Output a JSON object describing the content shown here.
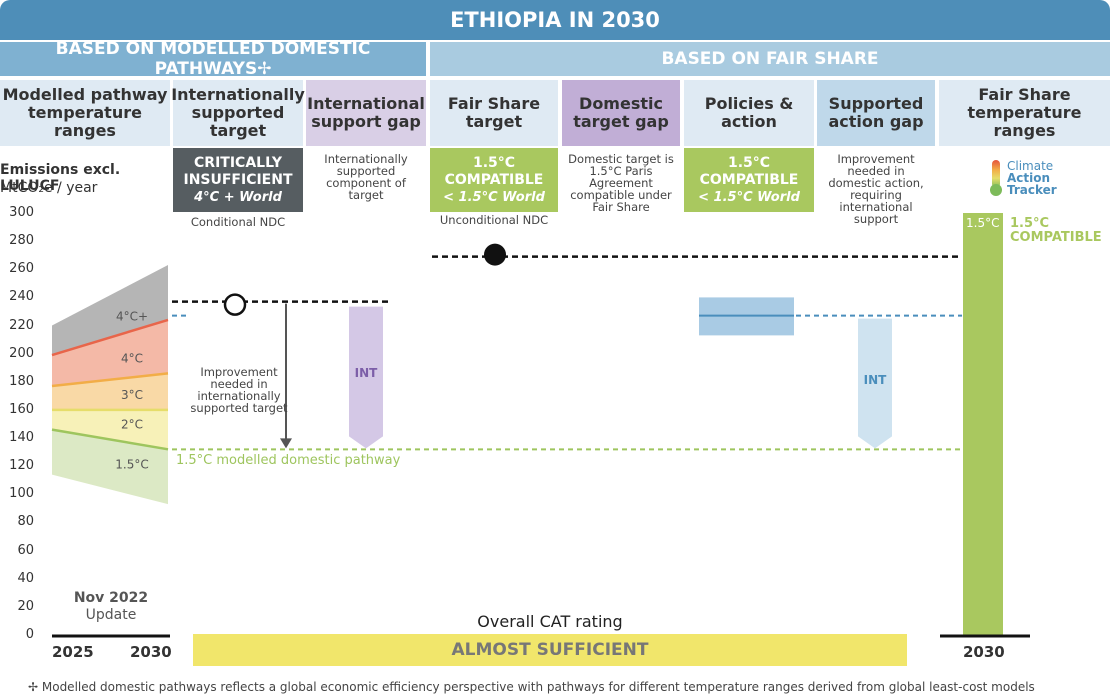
{
  "header": {
    "title": "ETHIOPIA IN 2030",
    "section_left": "BASED ON MODELLED DOMESTIC PATHWAYS✢",
    "section_right": "BASED ON FAIR SHARE"
  },
  "columns": {
    "modelled": "Modelled pathway temperature ranges",
    "int_target": "Internationally supported target",
    "int_gap": "International support gap",
    "fs_target": "Fair Share target",
    "dom_gap": "Domestic target gap",
    "policies": "Policies & action",
    "sup_gap": "Supported action gap",
    "fs_ranges": "Fair Share temperature ranges"
  },
  "badges": {
    "int_target": {
      "line1": "CRITICALLY",
      "line2": "INSUFFICIENT",
      "line3": "4°C + World",
      "color": "#565d61"
    },
    "fs_target": {
      "line1": "1.5°C",
      "line2": "COMPATIBLE",
      "line3": "< 1.5°C World",
      "color": "#a9c85f"
    },
    "policies": {
      "line1": "1.5°C",
      "line2": "COMPATIBLE",
      "line3": "< 1.5°C World",
      "color": "#a9c85f"
    }
  },
  "notes": {
    "int_gap": "Internationally supported component of target",
    "dom_gap": "Domestic target is 1.5°C Paris Agreement compatible under Fair Share",
    "sup_gap": "Improvement needed in domestic action, requiring international support",
    "conditional": "Conditional NDC",
    "unconditional": "Unconditional NDC",
    "improvement": "Improvement needed in internationally supported target",
    "pathway": "1.5°C modelled domestic pathway",
    "int_label": "INT",
    "update_line1": "Nov 2022",
    "update_line2": "Update",
    "rating_label": "Overall CAT rating",
    "rating_value": "ALMOST SUFFICIENT",
    "fs_bar_label": "1.5°C",
    "fs_side_line1": "1.5°C",
    "fs_side_line2": "COMPATIBLE",
    "footnote": "✢  Modelled domestic pathways reflects a global economic efficiency perspective with pathways for different temperature ranges derived from global least-cost models"
  },
  "logo": {
    "line1": "Climate",
    "line2": "Action",
    "line3": "Tracker"
  },
  "axis": {
    "ylabel_line1": "Emissions excl. LULUCF",
    "ylabel_line2": "MtCO₂e / year",
    "x_start": "2025",
    "x_end": "2030",
    "x_fs": "2030"
  },
  "colors": {
    "band_4plus": "#b5b5b5",
    "band_4": "#f4b9a7",
    "band_3": "#f9d9a6",
    "band_2": "#f7f1b8",
    "band_15": "#dce9c5",
    "line_4": "#e8654a",
    "line_3": "#f2ad47",
    "line_2": "#e6dd6a",
    "line_15": "#9ec55e",
    "rating_bg": "#f1e66b",
    "dashed_blue": "#4a8ebc"
  },
  "chart_data": {
    "type": "area",
    "title": "ETHIOPIA IN 2030",
    "ylabel": "Emissions excl. LULUCF MtCO₂e / year",
    "ylim": [
      0,
      300
    ],
    "yticks": [
      0,
      20,
      40,
      60,
      80,
      100,
      120,
      140,
      160,
      180,
      200,
      220,
      240,
      260,
      280,
      300
    ],
    "x": [
      "2025",
      "2030"
    ],
    "bands": [
      {
        "name": "4°C+",
        "lower": [
          199,
          224
        ],
        "upper": [
          220,
          263
        ]
      },
      {
        "name": "4°C",
        "lower": [
          177,
          186
        ],
        "upper": [
          199,
          224
        ]
      },
      {
        "name": "3°C",
        "lower": [
          160,
          160
        ],
        "upper": [
          177,
          186
        ]
      },
      {
        "name": "2°C",
        "lower": [
          146,
          132
        ],
        "upper": [
          160,
          160
        ]
      },
      {
        "name": "1.5°C",
        "lower": [
          114,
          93
        ],
        "upper": [
          146,
          132
        ]
      }
    ],
    "markers": [
      {
        "name": "Conditional NDC",
        "value": 237,
        "style": "open-circle"
      },
      {
        "name": "Unconditional NDC",
        "value": 269,
        "style": "filled-circle"
      }
    ],
    "reference_lines": [
      {
        "name": "1.5°C modelled domestic pathway",
        "value": 132
      },
      {
        "name": "current level (dashed blue)",
        "value": 227
      }
    ],
    "policies_range": [
      213,
      240
    ],
    "policies_mid": 227,
    "fair_share_1_5_bar": [
      0,
      300
    ]
  }
}
